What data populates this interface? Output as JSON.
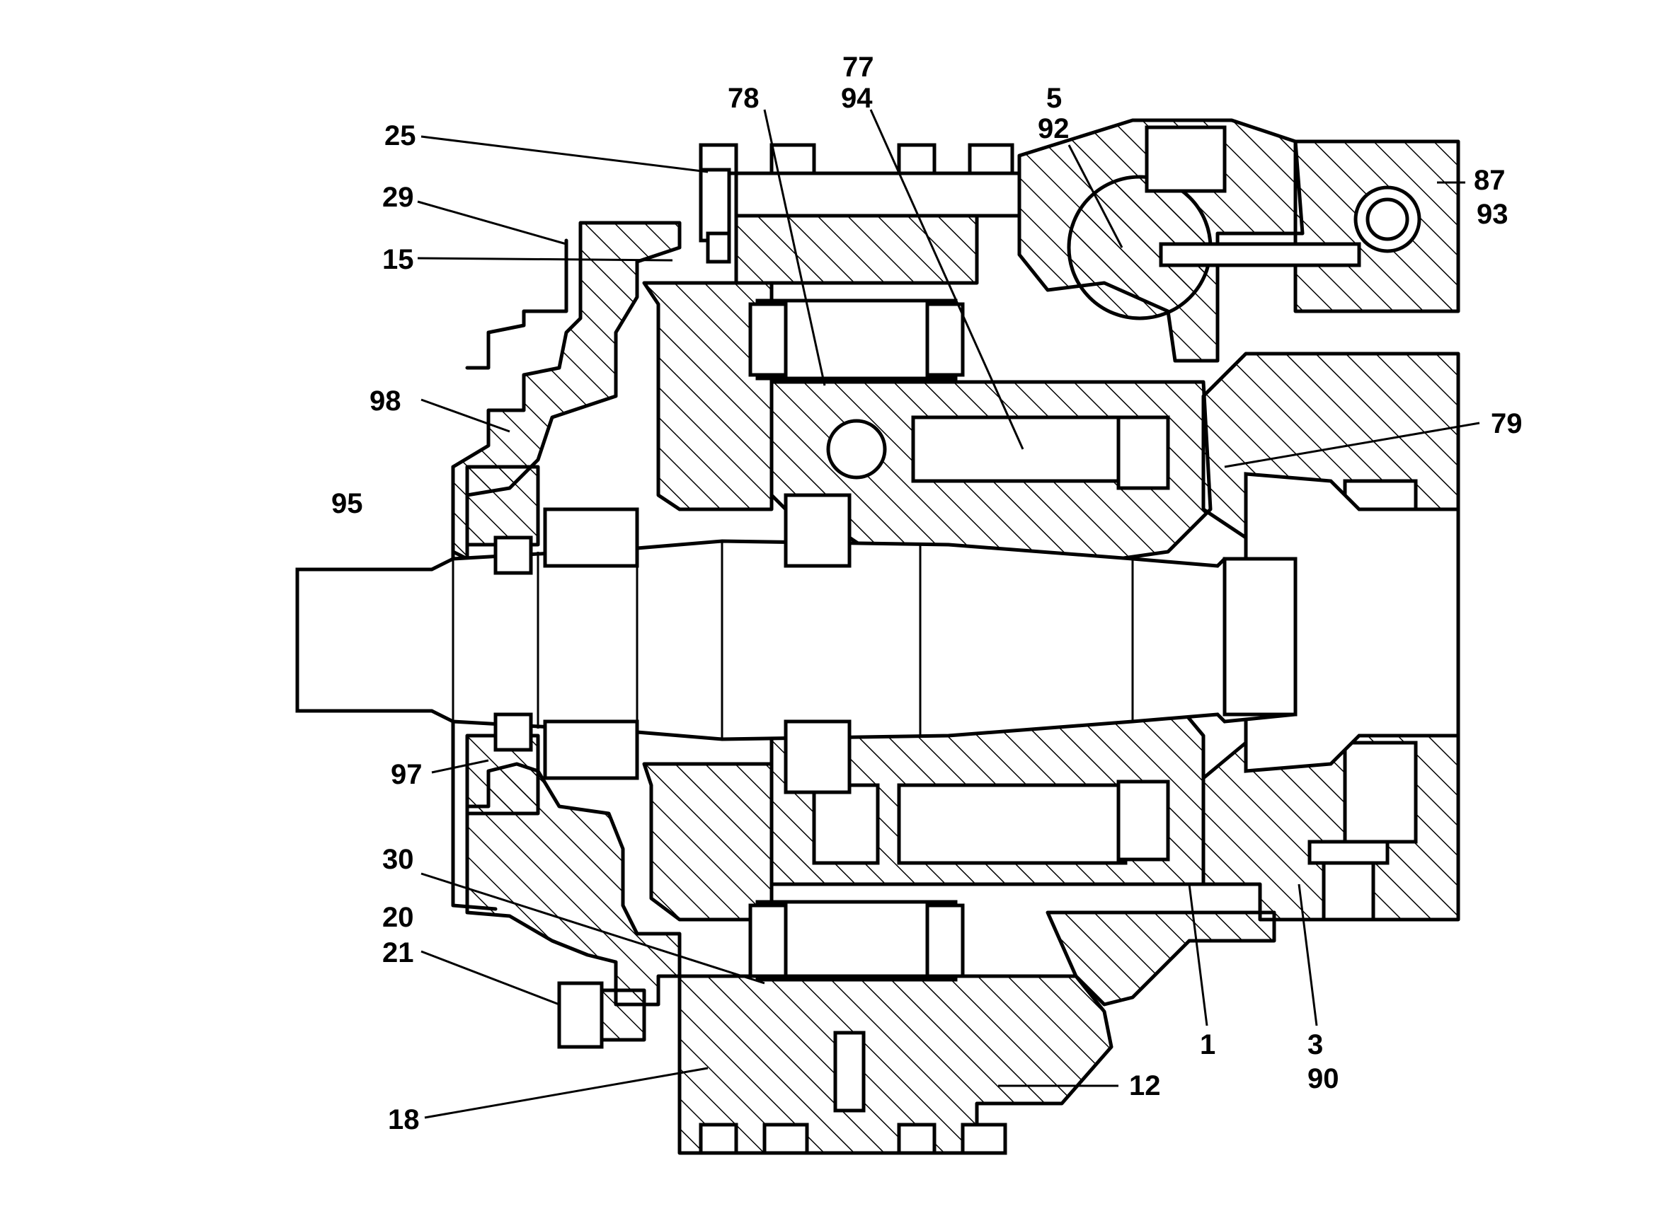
{
  "labels": {
    "l77": "77",
    "l78": "78",
    "l94": "94",
    "l5": "5",
    "l92": "92",
    "l25": "25",
    "l29": "29",
    "l15": "15",
    "l87": "87",
    "l93": "93",
    "l98": "98",
    "l79": "79",
    "l95": "95",
    "l97": "97",
    "l30": "30",
    "l20": "20",
    "l21": "21",
    "l18": "18",
    "l12": "12",
    "l1": "1",
    "l3": "3",
    "l90": "90"
  }
}
